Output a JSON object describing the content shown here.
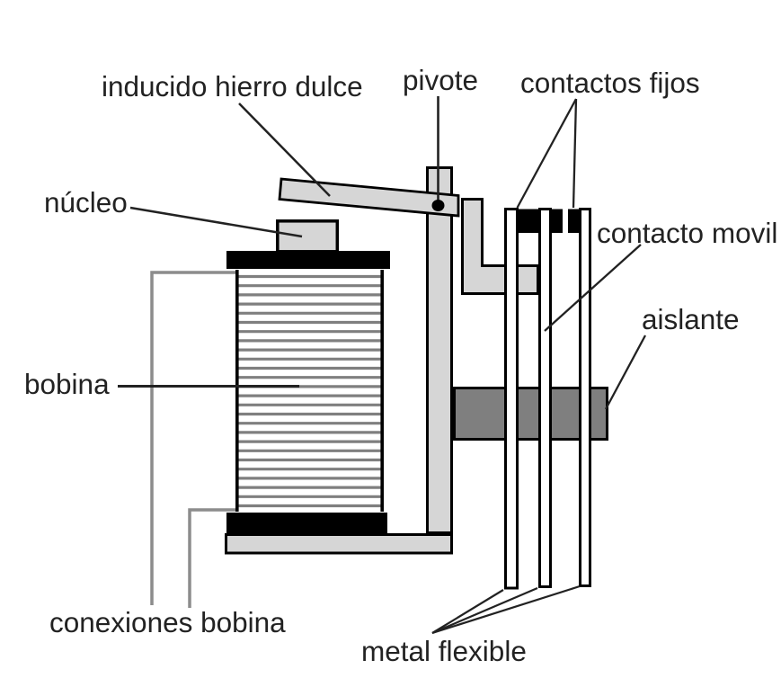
{
  "figure": {
    "kind": "labeled technical diagram",
    "subject": "electromagnetic relay (rele electromagnetico)",
    "language": "Spanish"
  },
  "palette": {
    "background": "#ffffff",
    "metal_light": "#d6d6d6",
    "insulator_gray": "#7f7f7f",
    "coil_stripe": "#7f7f7f",
    "wire_gray": "#8c8c8c",
    "outline_black": "#000000",
    "leader_line": "#222222",
    "text": "#222222"
  },
  "labels": {
    "inducido": {
      "text": "inducido hierro dulce"
    },
    "pivote": {
      "text": "pivote"
    },
    "contactos_fijos": {
      "text": "contactos fijos"
    },
    "nucleo": {
      "text": "núcleo"
    },
    "bobina": {
      "text": "bobina"
    },
    "contacto_movil": {
      "text": "contacto movil"
    },
    "aislante": {
      "text": "aislante"
    },
    "conexiones_bobina": {
      "text": "conexiones bobina"
    },
    "metal_flexible": {
      "text": "metal flexible"
    }
  }
}
